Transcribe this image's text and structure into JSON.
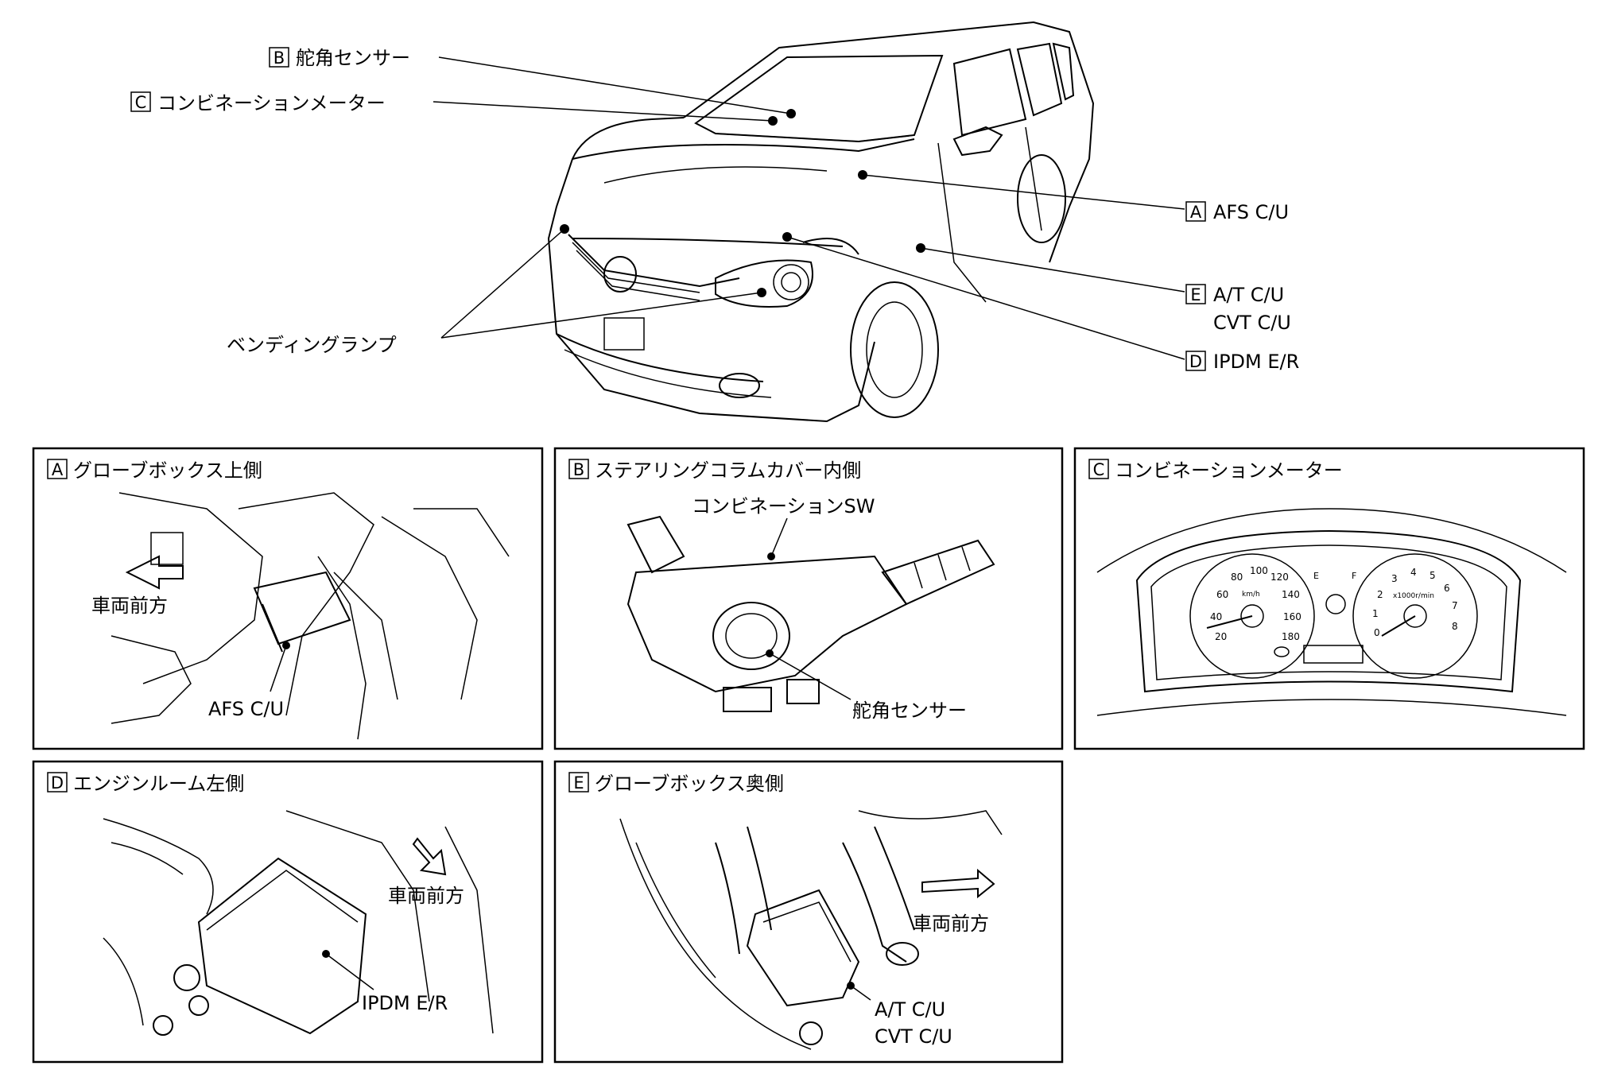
{
  "main_callouts": {
    "b_letter": "B",
    "b_label": "舵角センサー",
    "c_letter": "C",
    "c_label": "コンビネーションメーター",
    "a_letter": "A",
    "a_label": "AFS C/U",
    "e_letter": "E",
    "e_label1": "A/T C/U",
    "e_label2": "CVT C/U",
    "d_letter": "D",
    "d_label": "IPDM E/R",
    "bending_lamp": "ベンディングランプ"
  },
  "panels": {
    "a": {
      "letter": "A",
      "title": "グローブボックス上側",
      "direction": "車両前方",
      "part": "AFS C/U"
    },
    "b": {
      "letter": "B",
      "title": "ステアリングコラムカバー内側",
      "part_top": "コンビネーションSW",
      "part_bottom": "舵角センサー"
    },
    "c": {
      "letter": "C",
      "title": "コンビネーションメーター",
      "speed_ticks": [
        "20",
        "40",
        "60",
        "80",
        "100",
        "120",
        "140",
        "160",
        "180"
      ],
      "speed_unit": "km/h",
      "rpm_ticks": [
        "0",
        "1",
        "2",
        "3",
        "4",
        "5",
        "6",
        "7",
        "8"
      ],
      "rpm_unit": "x1000r/min",
      "fuel_e": "E",
      "fuel_f": "F"
    },
    "d": {
      "letter": "D",
      "title": "エンジンルーム左側",
      "direction": "車両前方",
      "part": "IPDM E/R"
    },
    "e": {
      "letter": "E",
      "title": "グローブボックス奥側",
      "direction": "車両前方",
      "part1": "A/T C/U",
      "part2": "CVT C/U"
    }
  }
}
